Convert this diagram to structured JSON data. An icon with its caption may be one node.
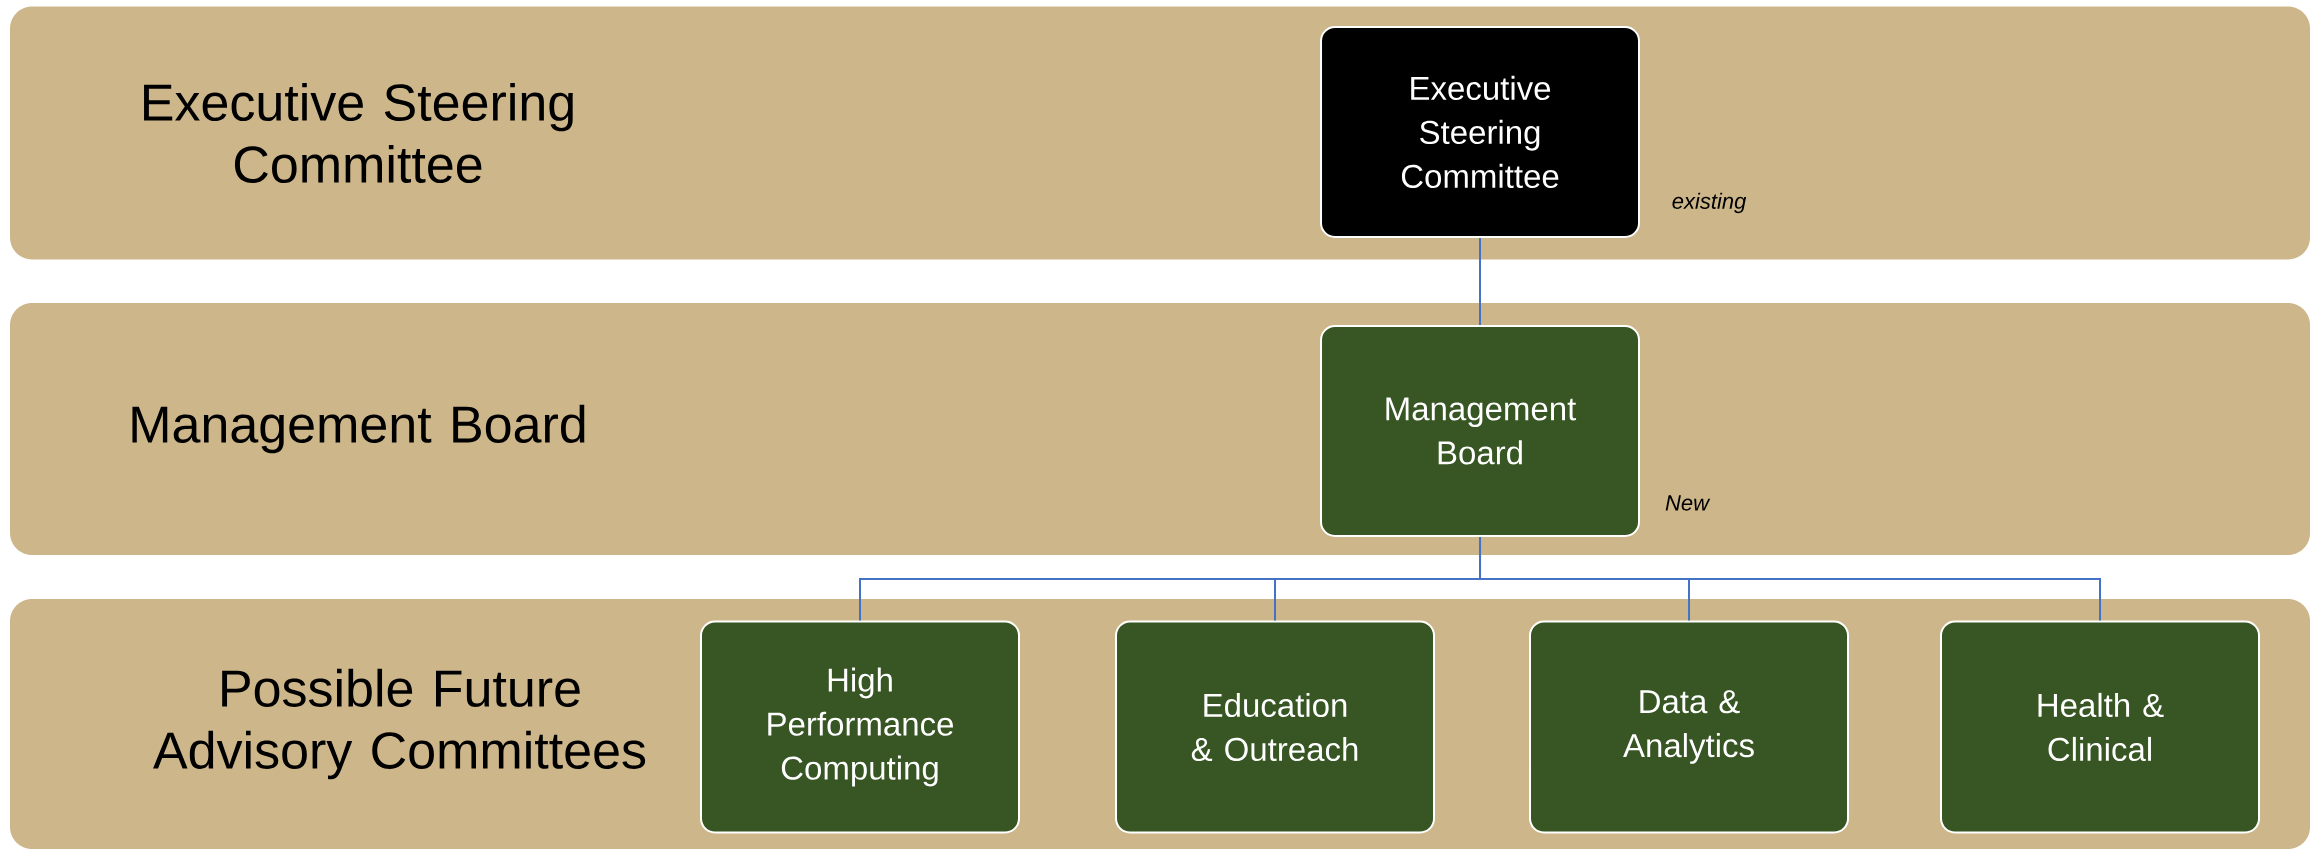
{
  "diagram": {
    "nodes": [
      {
        "text": [
          "Executive Steering Committee"
        ]
      },
      {
        "text": [
          "Executive Steering Committee"
        ],
        "in": 0,
        "beside": [
          "existing"
        ]
      },
      {
        "text": [
          "Management Board"
        ]
      },
      {
        "text": [
          "Management Board"
        ],
        "in": 2,
        "beside": [
          "New"
        ]
      },
      {
        "text": [
          "Possible Future Advisory Committees"
        ]
      },
      {
        "text": [
          "High Performance Computing"
        ],
        "in": 4
      },
      {
        "text": [
          "Education & Outreach"
        ],
        "in": 4
      },
      {
        "text": [
          "Data & Analytics"
        ],
        "in": 4
      },
      {
        "text": [
          "Health & Clinical"
        ],
        "in": 4
      }
    ],
    "edges": [
      {
        "from": 1,
        "to": 3,
        "arrow": "none"
      },
      {
        "from": 3,
        "to": 5,
        "arrow": "none"
      },
      {
        "from": 3,
        "to": 6,
        "arrow": "none"
      },
      {
        "from": 3,
        "to": 7,
        "arrow": "none"
      },
      {
        "from": 3,
        "to": 8,
        "arrow": "none"
      }
    ]
  }
}
